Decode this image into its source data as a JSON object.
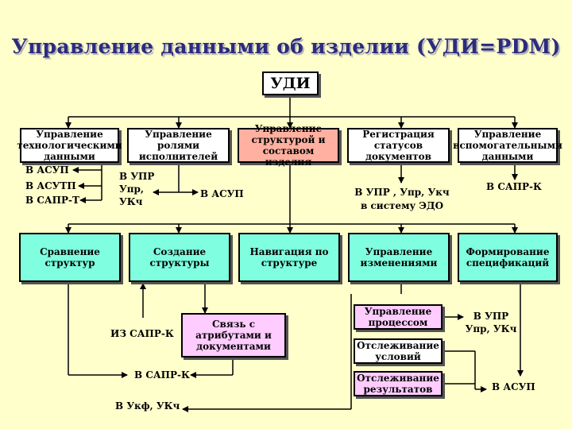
{
  "title": "Управление данными об изделии (УДИ=PDM)",
  "root": "УДИ",
  "level1": [
    "Управление технологическими данными",
    "Управление ролями исполнителей",
    "Управление структурой и составом изделия",
    "Регистрация статусов документов",
    "Управление вспомогательными данными"
  ],
  "level2": [
    "Сравнение структур",
    "Создание структуры",
    "Навигация по структуре",
    "Управление изменениями",
    "Формирование спецификаций"
  ],
  "links_box": "Связь с атрибутами и документами",
  "change_sub": [
    "Управление процессом",
    "Отслеживание условий",
    "Отслеживание результатов"
  ],
  "labels": {
    "asup1": "В АСУП",
    "asutp": "В АСУТП",
    "sapr_t": "В САПР-Т",
    "upr_roles": "В УПР\nУпр,\nУКч",
    "asup_roles": "В АСУП",
    "upr_edo": "В УПР , Упр, Укч\nв систему ЭДО",
    "sapr_k_aux": "В САПР-К",
    "iz_sapr_k": "ИЗ САПР-К",
    "v_sapr_k": "В САПР-К",
    "v_ukf": "В Укф, УКч",
    "v_upr_proc": "В УПР\nУпр, УКч",
    "v_asup_end": "В АСУП"
  }
}
